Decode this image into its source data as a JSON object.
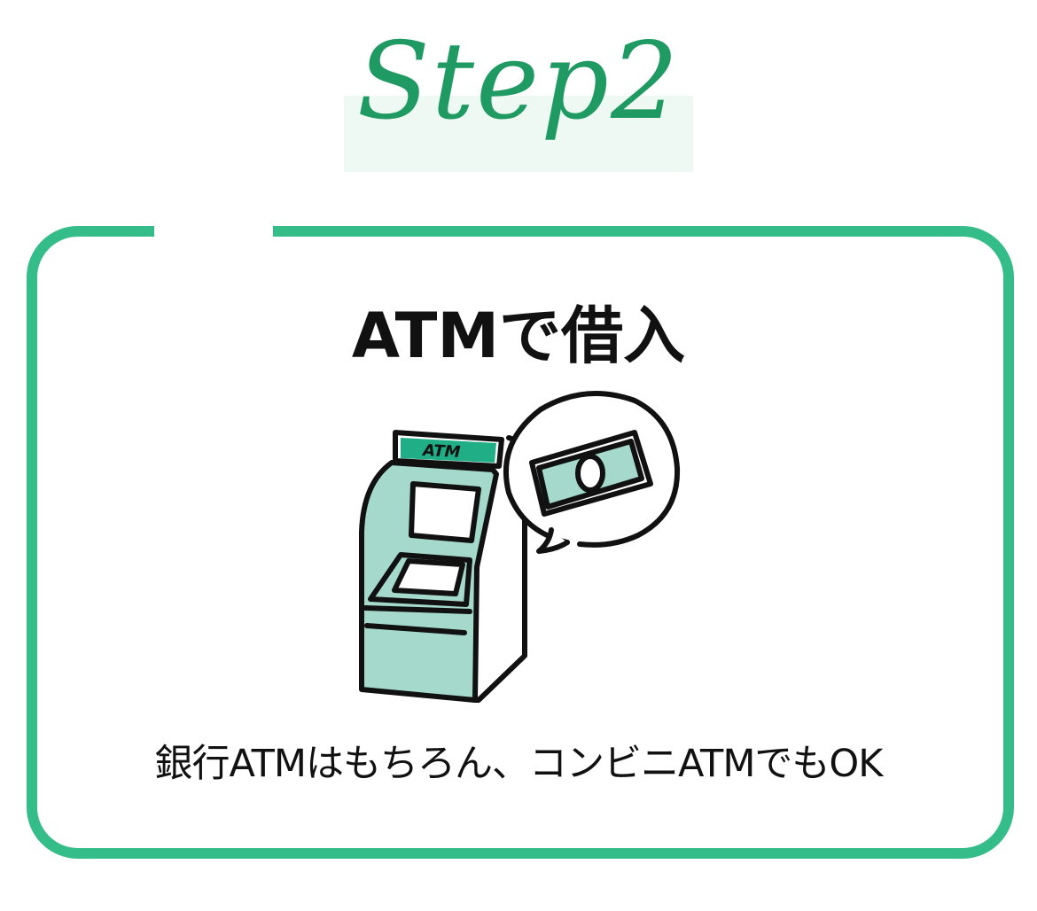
{
  "step": {
    "label": "Step2"
  },
  "card": {
    "title": "ATMで借入",
    "caption": "銀行ATMはもちろん、コンビニATMでもOK"
  },
  "illustration": {
    "atm_label": "ATM",
    "icon": "atm-machine-with-banknote-bubble"
  },
  "colors": {
    "accent": "#34bd89",
    "step_text": "#1f9a62",
    "step_highlight": "#eff9f3",
    "atm_fill": "#a4d9cc",
    "atm_header": "#1fae86"
  }
}
